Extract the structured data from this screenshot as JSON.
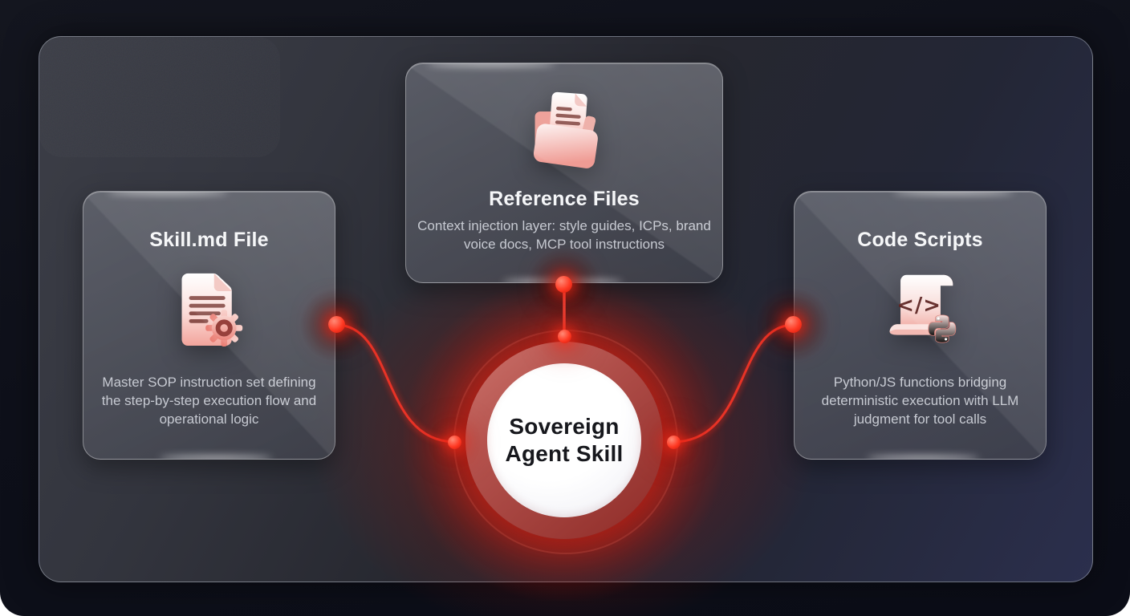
{
  "diagram": {
    "title": "Sovereign Agent Skill",
    "center": {
      "line1": "Sovereign",
      "line2": "Agent Skill"
    },
    "cards": {
      "skill_md": {
        "title": "Skill.md File",
        "description": "Master SOP instruction set defining the step-by-step execution flow and operational logic",
        "icon": "document-gear-icon"
      },
      "reference_files": {
        "title": "Reference Files",
        "description": "Context injection layer: style guides, ICPs, brand voice docs, MCP tool instructions",
        "icon": "folder-document-icon"
      },
      "code_scripts": {
        "title": "Code Scripts",
        "description": "Python/JS functions bridging deterministic execution with LLM judgment for tool calls",
        "icon": "code-scroll-python-icon"
      }
    },
    "colors": {
      "accent_red": "#ff2e1c",
      "ring_red": "#b04f4a",
      "card_title_text": "#f5f6f8",
      "card_body_text": "#c7cad2",
      "center_text": "#17181d",
      "panel_top_left": "#3b3d46",
      "panel_bottom_right": "#2b2f4d",
      "background": "#0d0f1a"
    }
  }
}
